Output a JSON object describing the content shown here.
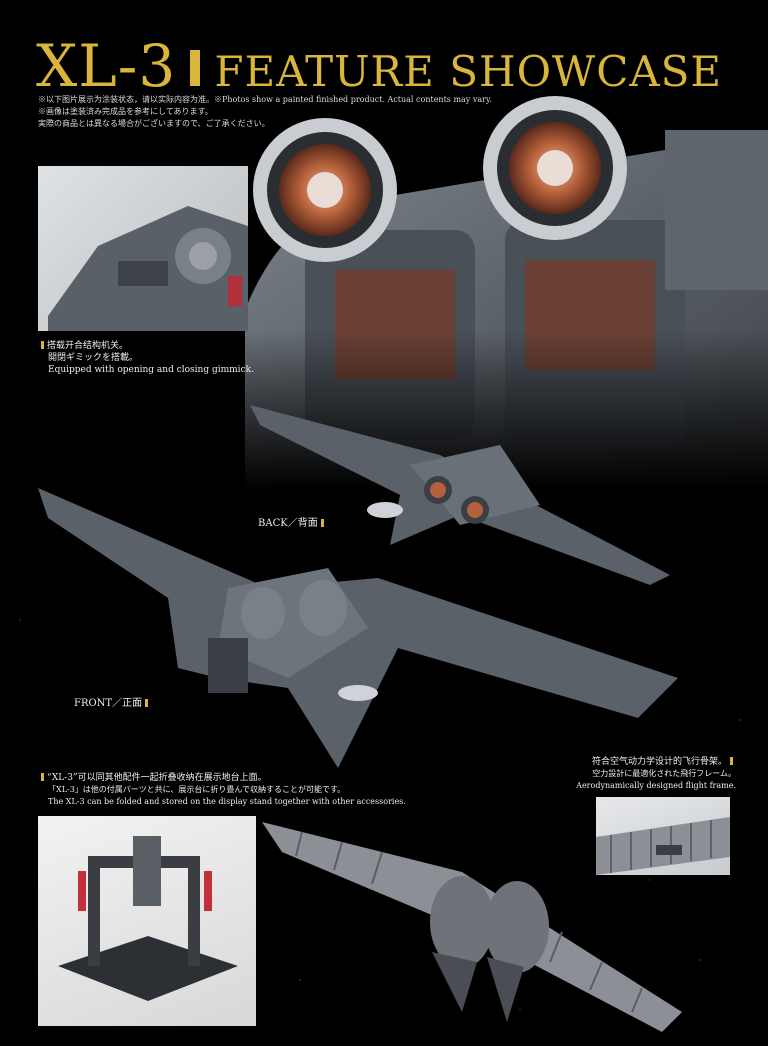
{
  "header": {
    "title_main": "XL-3",
    "title_sub": "FEATURE SHOWCASE",
    "notes": [
      "※以下图片展示为涂装状态，请以实际内容为准。※Photos show a painted finished product. Actual contents may vary.",
      "※画像は塗装済み完成品を参考にしてあります。",
      "実際の商品とは異なる場合がございますので、ご了承ください。"
    ]
  },
  "captions": {
    "gimmick": {
      "zh": "搭载开合结构机关。",
      "ja": "開閉ギミックを搭載。",
      "en": "Equipped with opening and closing gimmick."
    },
    "back_label": "BACK／背面",
    "front_label": "FRONT／正面",
    "fold": {
      "zh": "“XL-3”可以同其他配件一起折叠收纳在展示地台上面。",
      "ja": "「XL-3」は他の付属パーツと共に、展示台に折り畳んで収納することが可能です。",
      "en": "The XL-3 can be folded and stored on the display stand together with other accessories."
    },
    "frame": {
      "zh": "符合空气动力学设计的飞行骨架。",
      "ja": "空力設計に最適化された飛行フレーム。",
      "en": "Aerodynamically designed flight frame."
    }
  },
  "colors": {
    "accent": "#d9b53a",
    "model_grey": "#5b6169",
    "thruster_copper": "#b5603a"
  }
}
